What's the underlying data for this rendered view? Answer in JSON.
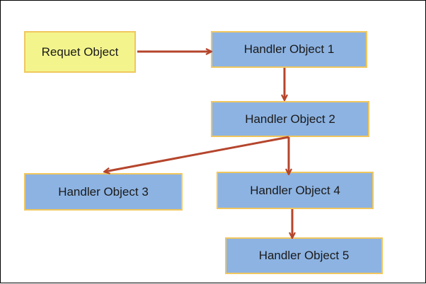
{
  "diagram": {
    "nodes": {
      "request": "Requet Object",
      "h1": "Handler Object 1",
      "h2": "Handler Object 2",
      "h3": "Handler Object 3",
      "h4": "Handler Object 4",
      "h5": "Handler Object 5"
    },
    "edges": [
      {
        "from": "request",
        "to": "h1"
      },
      {
        "from": "h1",
        "to": "h2"
      },
      {
        "from": "h2",
        "to": "h3"
      },
      {
        "from": "h2",
        "to": "h4"
      },
      {
        "from": "h4",
        "to": "h5"
      }
    ],
    "colors": {
      "request_fill": "#f3f58c",
      "handler_fill": "#8db3e2",
      "node_border": "#f0c75e",
      "arrow": "#b5452c"
    }
  }
}
